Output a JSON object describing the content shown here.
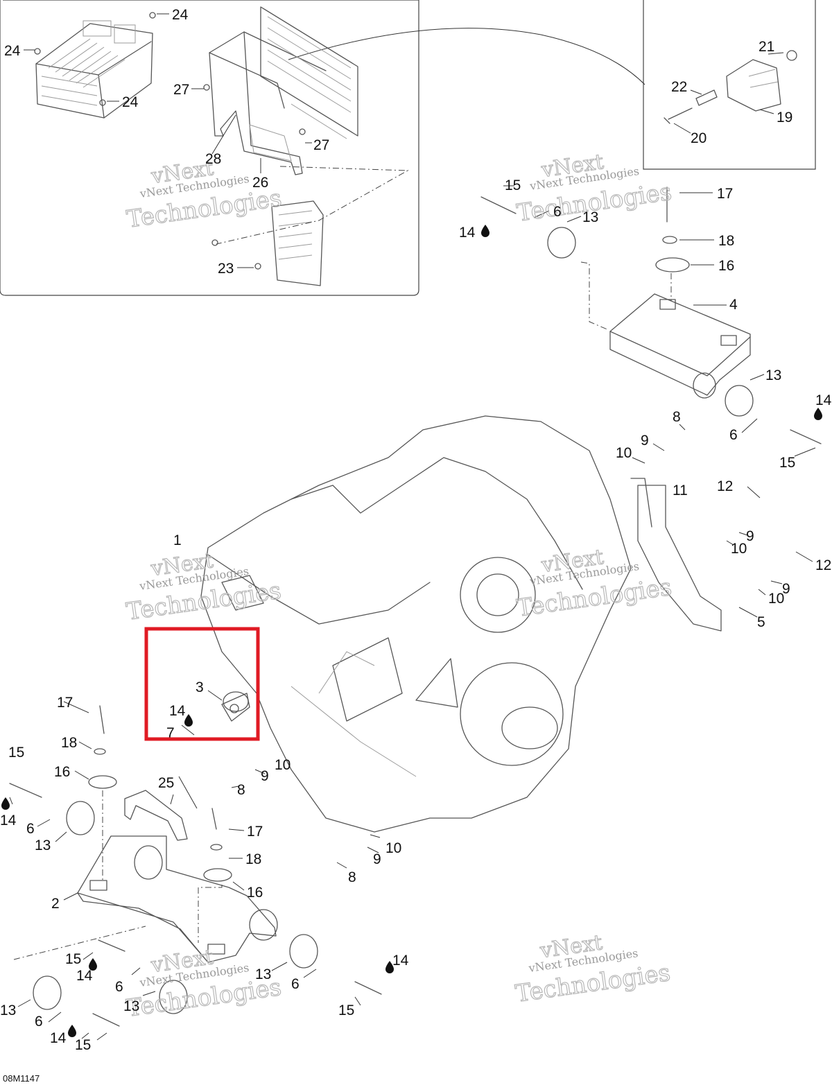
{
  "watermark": {
    "line1": "vNext",
    "line2": "vNext Technologies",
    "line3": "Technologies"
  },
  "drawing_code": "08M1147",
  "callouts": {
    "n1": "1",
    "n2": "2",
    "n3": "3",
    "n4": "4",
    "n5": "5",
    "n6": "6",
    "n7": "7",
    "n8": "8",
    "n9": "9",
    "n10": "10",
    "n11": "11",
    "n12": "12",
    "n13": "13",
    "n14": "14",
    "n15": "15",
    "n16": "16",
    "n17": "17",
    "n18": "18",
    "n19": "19",
    "n20": "20",
    "n21": "21",
    "n22": "22",
    "n23": "23",
    "n24": "24",
    "n25": "25",
    "n26": "26",
    "n27": "27",
    "n28": "28"
  },
  "highlight_color": "#e01b24"
}
